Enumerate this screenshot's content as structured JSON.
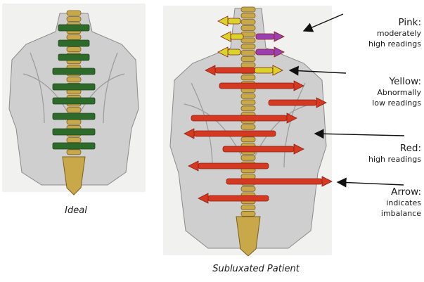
{
  "captions": {
    "ideal": "Ideal",
    "patient": "Subluxated Patient"
  },
  "legend": {
    "pink": {
      "title": "Pink:",
      "lines": [
        "moderately",
        "high readings"
      ]
    },
    "yellow": {
      "title": "Yellow:",
      "lines": [
        "Abnormally",
        "low readings"
      ]
    },
    "red": {
      "title": "Red:",
      "lines": [
        "high readings"
      ]
    },
    "arrow": {
      "title": "Arrow:",
      "lines": [
        "indicates",
        "imbalance"
      ]
    }
  },
  "colors": {
    "ideal_bar": "#2e6b2a",
    "pink_marker": "#9b3fb5",
    "yellow_marker": "#d8d42a",
    "red_arrow": "#d43a22",
    "bone": "#c9a84a",
    "muscle": "#bdbdbd"
  }
}
